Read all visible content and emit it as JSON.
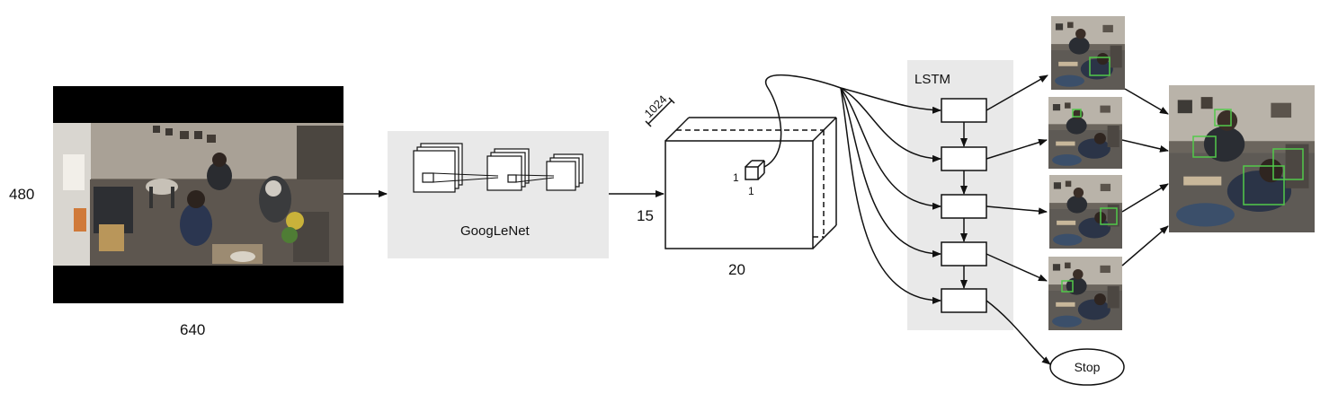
{
  "input_image": {
    "width_label": "640",
    "height_label": "480"
  },
  "googlenet": {
    "label": "GoogLeNet"
  },
  "feature_volume": {
    "depth_label": "1024",
    "height_label": "15",
    "width_label": "20",
    "cell_height_label": "1",
    "cell_width_label": "1"
  },
  "lstm": {
    "label": "LSTM",
    "cell_count": 5
  },
  "stop": {
    "label": "Stop"
  },
  "colors": {
    "panel_bg": "#e9e9e9",
    "box_green": "#52c94a",
    "ink": "#111111"
  }
}
